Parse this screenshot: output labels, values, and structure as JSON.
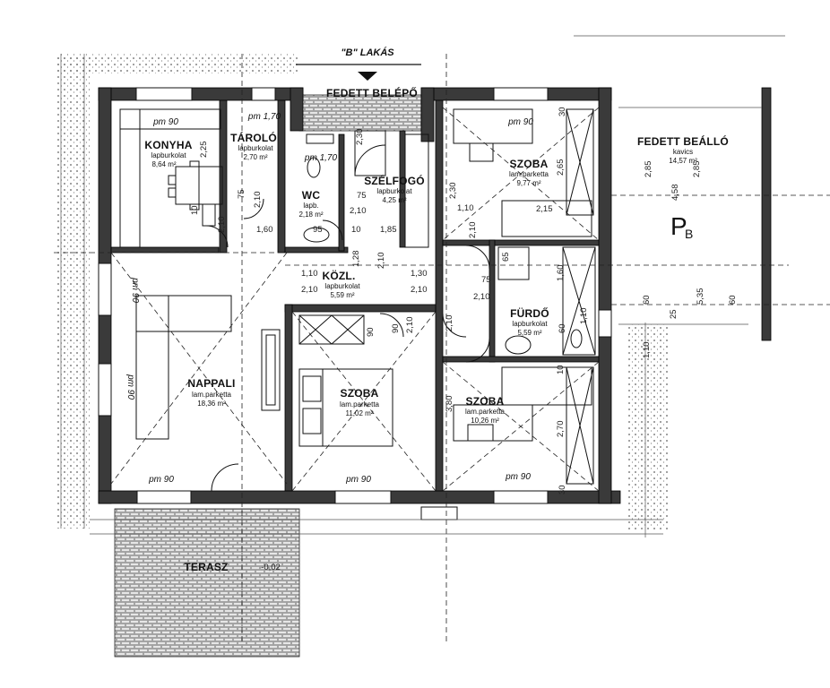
{
  "header": {
    "flat_label": "\"B\" LAKÁS"
  },
  "rooms": {
    "konyha": {
      "name": "KONYHA",
      "floor": "lapburkolat",
      "area": "8,64 m²"
    },
    "tarolo": {
      "name": "TÁROLÓ",
      "floor": "lapburkolat",
      "area": "2,70 m²"
    },
    "wc": {
      "name": "WC",
      "floor": "lapb.",
      "area": "2,18 m²"
    },
    "szelfogo": {
      "name": "SZÉLFOGÓ",
      "floor": "lapburkolat",
      "area": "4,25 m²"
    },
    "kozl": {
      "name": "KÖZL.",
      "floor": "lapburkolat",
      "area": "5,59 m²"
    },
    "furdo": {
      "name": "FÜRDŐ",
      "floor": "lapburkolat",
      "area": "5,59 m²"
    },
    "nappali": {
      "name": "NAPPALI",
      "floor": "lam.parketta",
      "area": "18,36 m²"
    },
    "szoba_mid": {
      "name": "SZOBA",
      "floor": "lam.parketta",
      "area": "11,02 m²"
    },
    "szoba_tr": {
      "name": "SZOBA",
      "floor": "lam.parketta",
      "area": "9,77 m²"
    },
    "szoba_br": {
      "name": "SZOBA",
      "floor": "lam.parketta",
      "area": "10,26 m²"
    },
    "beallo": {
      "name": "FEDETT BEÁLLÓ",
      "floor": "kavics",
      "area": "14,57 m²"
    },
    "belepo": {
      "name": "FEDETT BELÉPŐ"
    },
    "terasz": {
      "name": "TERASZ",
      "level": "-0,02"
    }
  },
  "parking": {
    "p": "P",
    "sub": "B"
  },
  "sills": {
    "konyha": "pm 90",
    "tarolo": "pm 1,70",
    "wc": "pm 1,70",
    "szoba_tr": "pm 90",
    "nappali_l1": "pm 90",
    "nappali_l2": "pm 90",
    "nappali_b": "pm 90",
    "szoba_mid": "pm 90",
    "szoba_br": "pm 90"
  },
  "dims": {
    "d225": "2,25",
    "d75a": "75",
    "d210a": "2,10",
    "d10": "10",
    "d160": "1,60",
    "d230a": "2,30",
    "d95": "95",
    "d185": "1,85",
    "d75b": "75",
    "d210b": "2,10",
    "d10b": "10",
    "d110a": "1,10",
    "d210c": "2,10",
    "d128": "1,28",
    "d210d": "2,10",
    "d130": "1,30",
    "d210e": "2,10",
    "d210f": "2,10",
    "d90": "90",
    "d110b": "1,10",
    "d210g": "2,10",
    "d215": "2,15",
    "d230b": "2,30",
    "d265": "2,65",
    "d75c": "75",
    "d210h": "2,10",
    "d65": "65",
    "d160b": "1,60",
    "d210i": "2,10",
    "d110c": "1,10",
    "d60a": "60",
    "d10c": "10",
    "d380": "3,80",
    "d270": "2,70",
    "d210j": "2,10",
    "d30a": "30",
    "d30b": "30",
    "d285a": "2,85",
    "d458": "4,58",
    "d285b": "2,85",
    "d60b": "60",
    "d60c": "60",
    "d25": "25",
    "d535": "5,35",
    "d110d": "1,10",
    "d90b": "90"
  }
}
